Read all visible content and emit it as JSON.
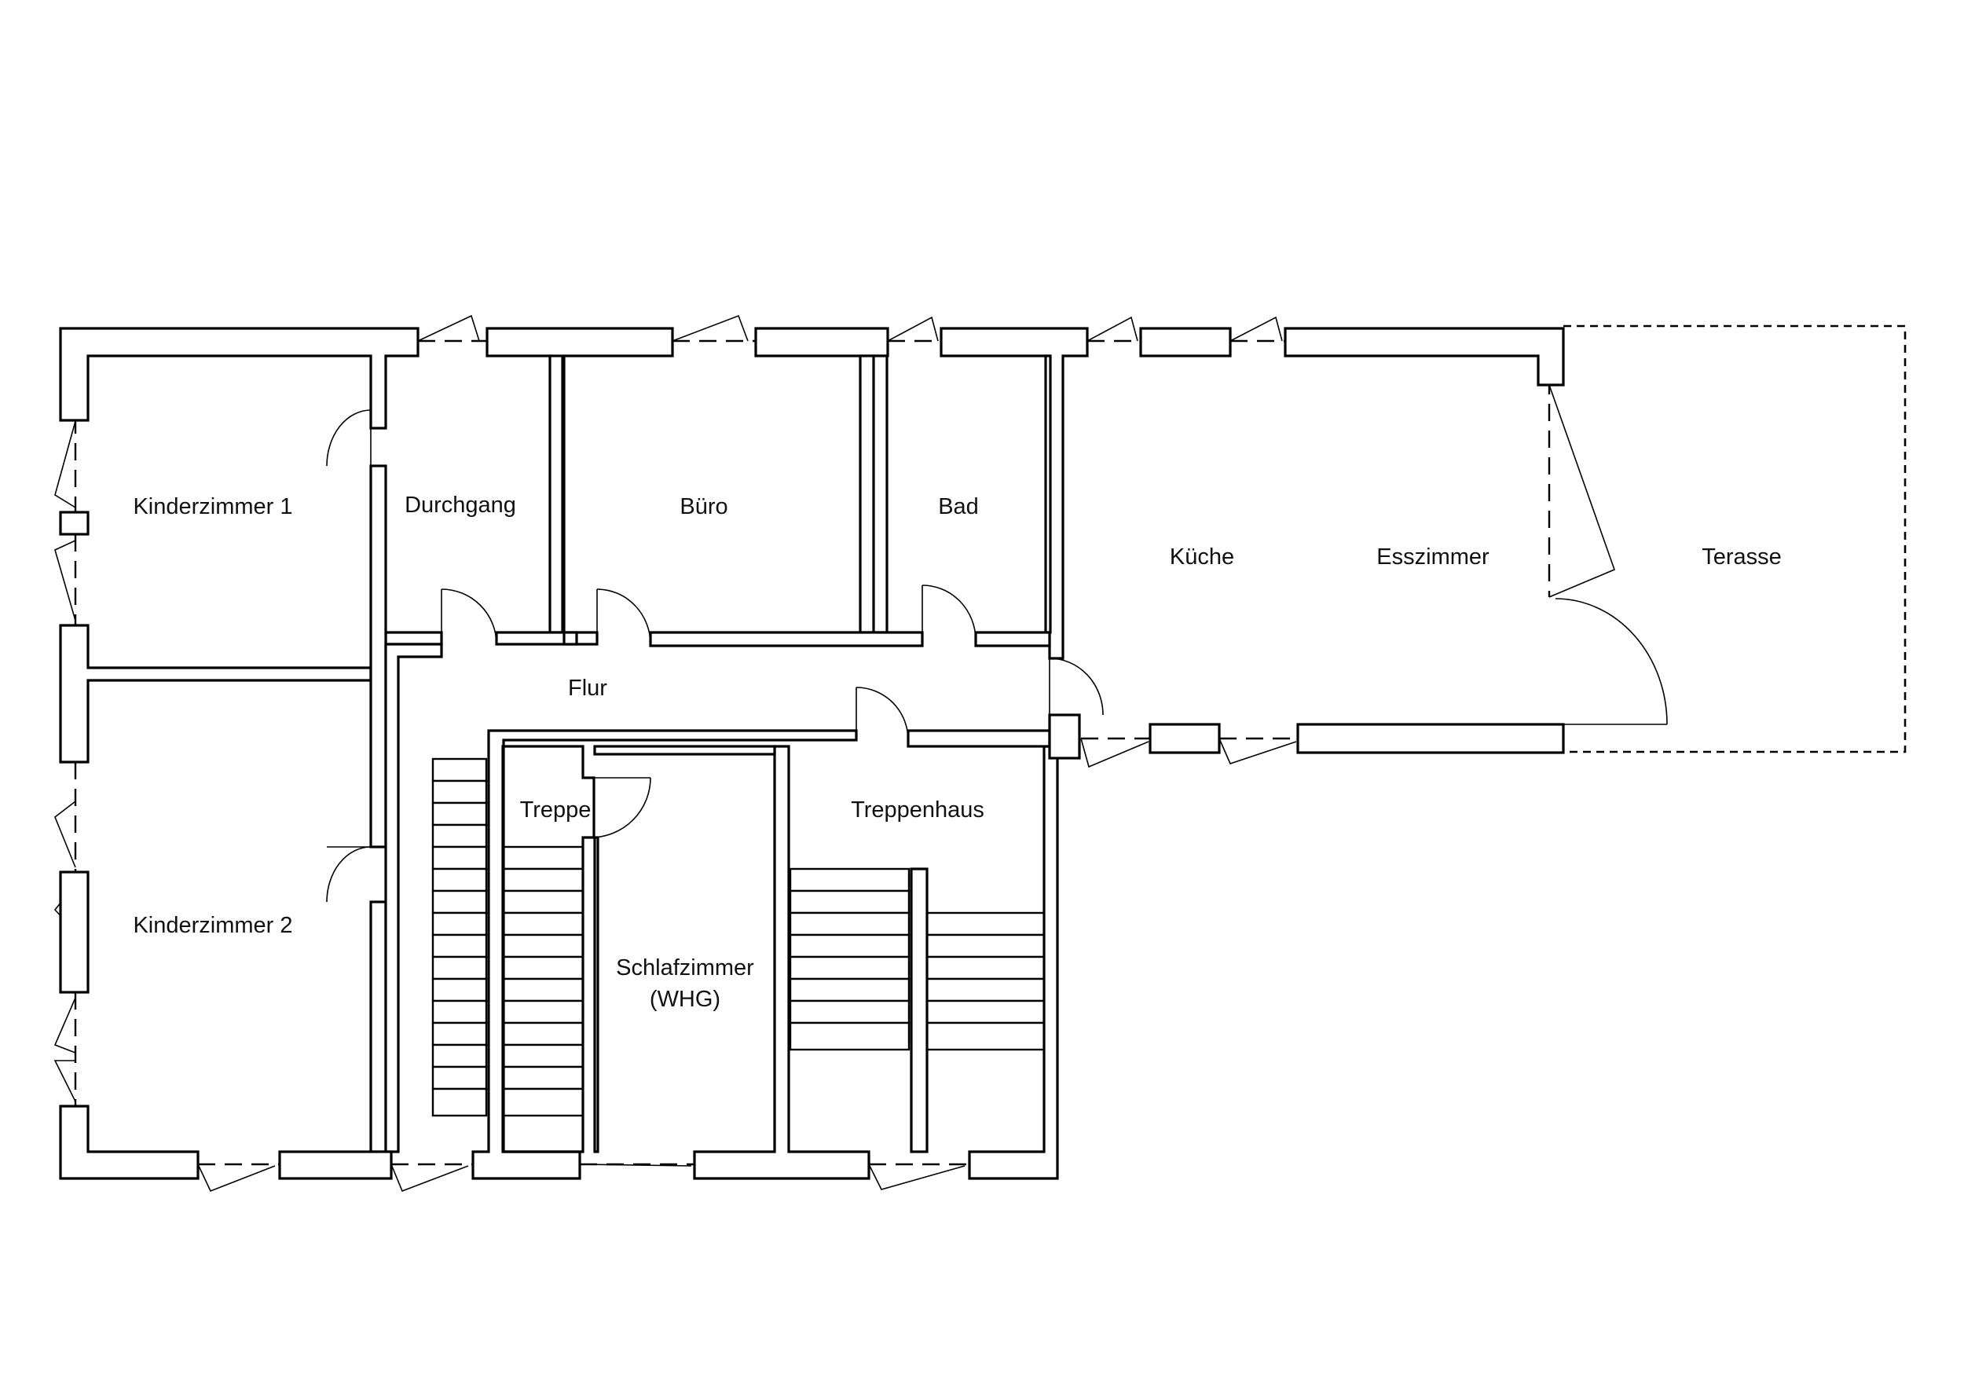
{
  "rooms": {
    "kinderzimmer1": "Kinderzimmer 1",
    "durchgang": "Durchgang",
    "buero": "Büro",
    "bad": "Bad",
    "kueche": "Küche",
    "esszimmer": "Esszimmer",
    "terasse": "Terasse",
    "flur": "Flur",
    "treppe": "Treppe",
    "treppenhaus": "Treppenhaus",
    "kinderzimmer2": "Kinderzimmer 2",
    "schlafzimmer_line1": "Schlafzimmer",
    "schlafzimmer_line2": "(WHG)"
  },
  "colors": {
    "line": "#000000",
    "background": "#ffffff"
  }
}
